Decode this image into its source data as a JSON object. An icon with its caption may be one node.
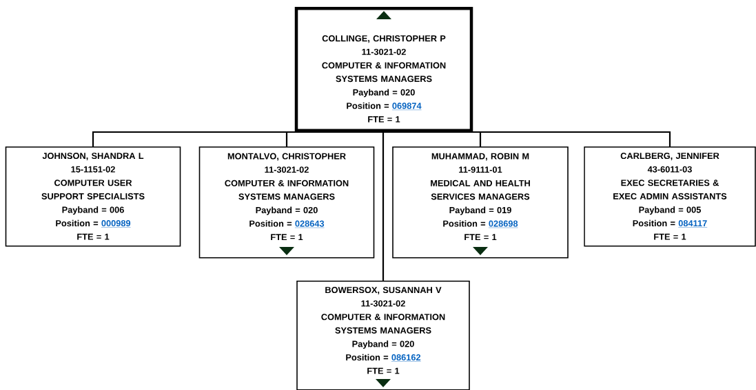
{
  "diagram": {
    "nodes": [
      {
        "text": [
          "COLLINGE, CHRISTOPHER P",
          "11-3021-02",
          "COMPUTER & INFORMATION SYSTEMS MANAGERS",
          "Payband = 020",
          "Position =",
          "069874",
          "FTE = 1"
        ]
      },
      {
        "text": [
          "JOHNSON, SHANDRA L",
          "15-1151-02",
          "COMPUTER USER SUPPORT SPECIALISTS",
          "Payband = 006",
          "Position =",
          "000989",
          "FTE = 1"
        ]
      },
      {
        "text": [
          "MONTALVO, CHRISTOPHER",
          "11-3021-02",
          "COMPUTER & INFORMATION SYSTEMS MANAGERS",
          "Payband = 020",
          "Position =",
          "028643",
          "FTE = 1"
        ]
      },
      {
        "text": [
          "MUHAMMAD, ROBIN M",
          "11-9111-01",
          "MEDICAL AND HEALTH SERVICES MANAGERS",
          "Payband = 019",
          "Position =",
          "028698",
          "FTE = 1"
        ]
      },
      {
        "text": [
          "CARLBERG, JENNIFER",
          "43-6011-03",
          "EXEC SECRETARIES & EXEC ADMIN ASSISTANTS",
          "Payband = 005",
          "Position =",
          "084117",
          "FTE = 1"
        ]
      },
      {
        "text": [
          "BOWERSOX, SUSANNAH V",
          "11-3021-02",
          "COMPUTER & INFORMATION SYSTEMS MANAGERS",
          "Payband = 020",
          "Position =",
          "086162",
          "FTE = 1"
        ]
      }
    ],
    "edges": [
      {
        "from": 0,
        "to": 1,
        "arrow": "none"
      },
      {
        "from": 0,
        "to": 2,
        "arrow": "none"
      },
      {
        "from": 0,
        "to": 3,
        "arrow": "none"
      },
      {
        "from": 0,
        "to": 4,
        "arrow": "none"
      },
      {
        "from": 0,
        "to": 5,
        "arrow": "none"
      }
    ]
  }
}
